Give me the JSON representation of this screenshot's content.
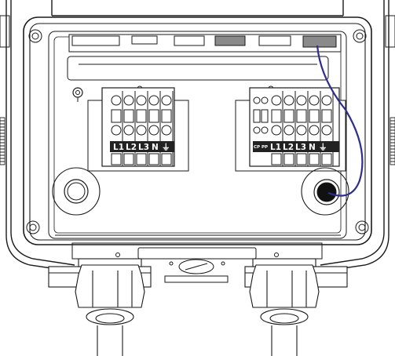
{
  "figure": {
    "subject": "terminal-box-installation",
    "colors": {
      "line": "#1a1a1a",
      "terminal_body": "#ffffff",
      "terminal_dark": "#222222",
      "plug_gray": "#8a8a8a",
      "wire": "#2e2f8c",
      "background": "#ffffff"
    }
  },
  "left_terminal": {
    "labels": [
      "L1",
      "L2",
      "L3",
      "N",
      "⏚"
    ]
  },
  "right_terminal": {
    "small_labels": [
      "CP",
      "PP"
    ],
    "labels": [
      "L1",
      "L2",
      "L3",
      "N",
      "⏚"
    ]
  }
}
